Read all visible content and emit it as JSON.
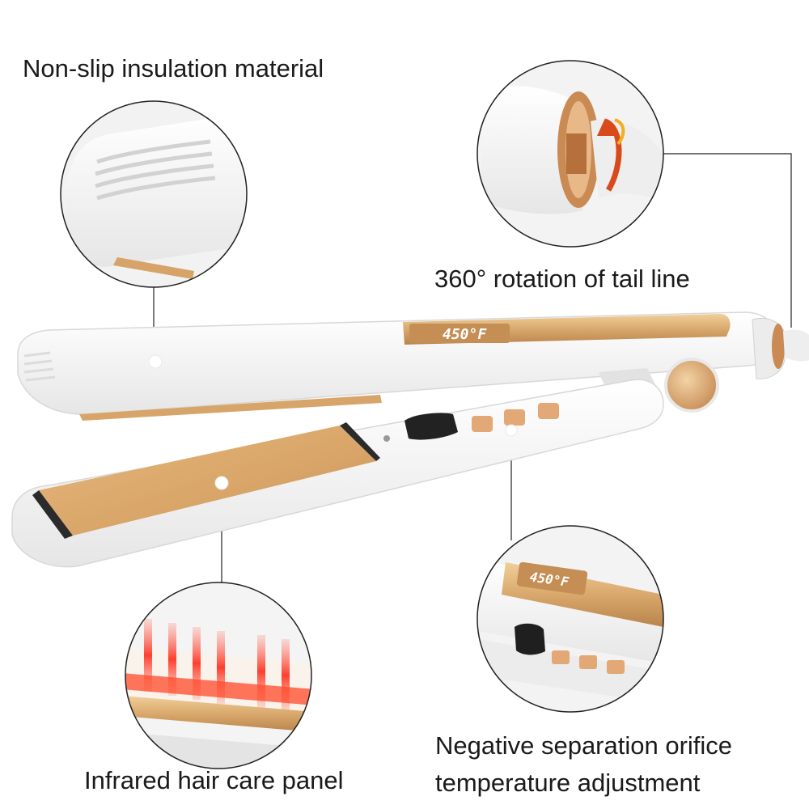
{
  "labels": {
    "non_slip": "Non-slip insulation material",
    "rotation": "360° rotation of tail line",
    "infrared": "Infrared hair care panel",
    "negative_line1": "Negative separation orifice",
    "negative_line2": "temperature adjustment"
  },
  "display": {
    "main_temp": "450°F",
    "detail_temp": "450°F"
  },
  "colors": {
    "gold": "#d9a86c",
    "rose_gold": "#c98a54",
    "body_white": "#f4f4f4",
    "infrared_red": "#ff3b2a",
    "arrow_orange": "#d84a1c"
  }
}
